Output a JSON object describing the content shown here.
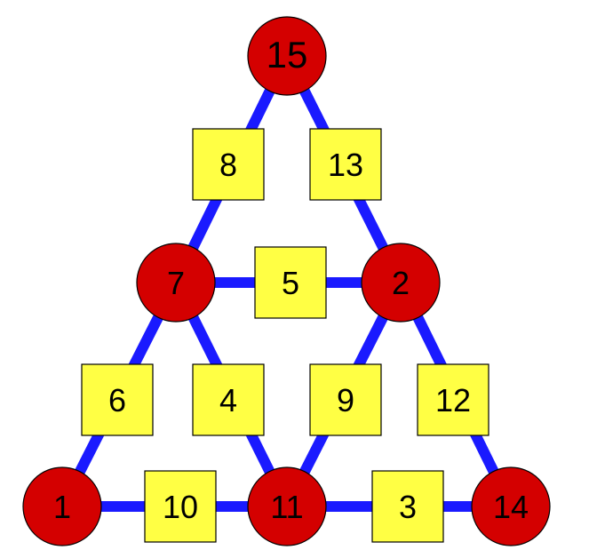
{
  "colors": {
    "edge": "#1a1aff",
    "circle": "#d40000",
    "square": "#ffff44",
    "outline": "#000000"
  },
  "circles": [
    {
      "id": "top",
      "label": "15"
    },
    {
      "id": "mid-left",
      "label": "7"
    },
    {
      "id": "mid-right",
      "label": "2"
    },
    {
      "id": "bottom-left",
      "label": "1"
    },
    {
      "id": "bottom-mid",
      "label": "11"
    },
    {
      "id": "bottom-right",
      "label": "14"
    }
  ],
  "squares": [
    {
      "id": "top-left-edge",
      "label": "8"
    },
    {
      "id": "top-right-edge",
      "label": "13"
    },
    {
      "id": "middle-edge",
      "label": "5"
    },
    {
      "id": "lower-left-edge",
      "label": "6"
    },
    {
      "id": "inner-left-edge",
      "label": "4"
    },
    {
      "id": "inner-right-edge",
      "label": "9"
    },
    {
      "id": "lower-right-edge",
      "label": "12"
    },
    {
      "id": "bottom-left-edge",
      "label": "10"
    },
    {
      "id": "bottom-right-edge",
      "label": "3"
    }
  ],
  "edges": [
    [
      "top",
      "mid-left"
    ],
    [
      "top",
      "mid-right"
    ],
    [
      "mid-left",
      "mid-right"
    ],
    [
      "mid-left",
      "bottom-left"
    ],
    [
      "mid-left",
      "bottom-mid"
    ],
    [
      "mid-right",
      "bottom-mid"
    ],
    [
      "mid-right",
      "bottom-right"
    ],
    [
      "bottom-left",
      "bottom-mid"
    ],
    [
      "bottom-mid",
      "bottom-right"
    ]
  ]
}
